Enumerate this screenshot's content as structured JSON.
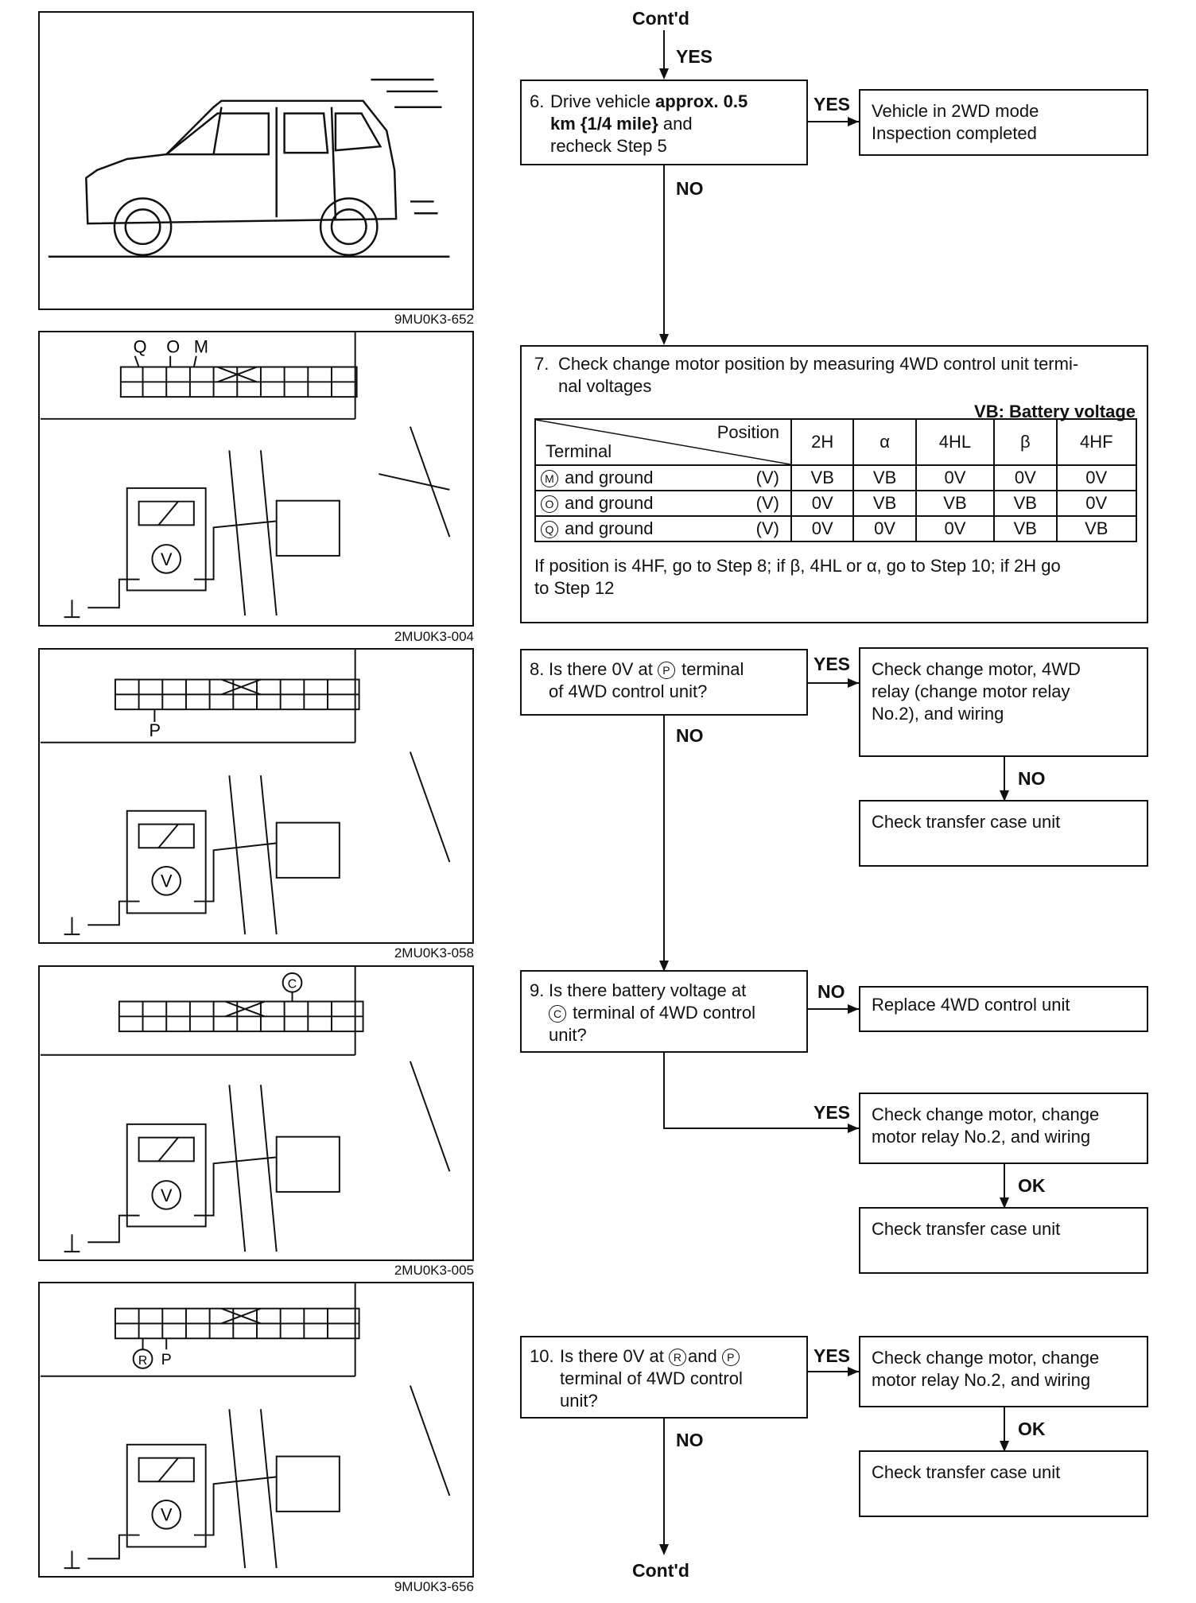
{
  "header": {
    "contd_top": "Cont'd",
    "yes_top": "YES"
  },
  "footer": {
    "contd_bottom": "Cont'd"
  },
  "figures": [
    {
      "caption": "9MU0K3-652",
      "labels": []
    },
    {
      "caption": "2MU0K3-004",
      "labels": [
        "Q",
        "O",
        "M"
      ]
    },
    {
      "caption": "2MU0K3-058",
      "labels": [
        "P"
      ]
    },
    {
      "caption": "2MU0K3-005",
      "labels": [
        "C"
      ]
    },
    {
      "caption": "9MU0K3-656",
      "labels": [
        "R",
        "P"
      ]
    }
  ],
  "steps": {
    "s6": {
      "num": "6.",
      "t1": "Drive vehicle ",
      "b1": "approx. 0.5",
      "b2": "km {1/4 mile}",
      "t2": " and",
      "t3": "recheck Step 5",
      "yes": "YES",
      "no": "NO",
      "result_yes_l1": "Vehicle in 2WD mode",
      "result_yes_l2": "Inspection completed"
    },
    "s7": {
      "num": "7.",
      "text_l1": "Check change motor position by measuring 4WD control unit termi-",
      "text_l2": "nal voltages",
      "vb_note": "VB: Battery voltage",
      "table": {
        "corner_position": "Position",
        "corner_terminal": "Terminal",
        "columns": [
          "2H",
          "α",
          "4HL",
          "β",
          "4HF"
        ],
        "rows": [
          {
            "terminal": "M",
            "label": "and ground",
            "unit": "(V)",
            "values": [
              "VB",
              "VB",
              "0V",
              "0V",
              "0V"
            ]
          },
          {
            "terminal": "O",
            "label": "and ground",
            "unit": "(V)",
            "values": [
              "0V",
              "VB",
              "VB",
              "VB",
              "0V"
            ]
          },
          {
            "terminal": "Q",
            "label": "and ground",
            "unit": "(V)",
            "values": [
              "0V",
              "0V",
              "0V",
              "VB",
              "VB"
            ]
          }
        ]
      },
      "footer_l1": "If position is 4HF, go to Step 8; if β, 4HL or α, go to Step 10; if 2H go",
      "footer_l2": "to Step 12"
    },
    "s8": {
      "num": "8.",
      "l1a": "Is there 0V at ",
      "term": "P",
      "l1b": " terminal",
      "l2": "of 4WD control unit?",
      "yes": "YES",
      "no": "NO",
      "result_yes_l1": "Check change motor, 4WD",
      "result_yes_l2": "relay (change motor relay",
      "result_yes_l3": "No.2), and wiring",
      "result_no_label": "NO",
      "result_no": "Check transfer case unit"
    },
    "s9": {
      "num": "9.",
      "l1": "Is there battery voltage at",
      "term": "C",
      "l2b": " terminal of 4WD control",
      "l3": "unit?",
      "no": "NO",
      "result_no": "Replace 4WD control unit",
      "yes": "YES",
      "result_yes_l1": "Check change motor, change",
      "result_yes_l2": "motor relay No.2, and wiring",
      "ok": "OK",
      "result_ok": "Check transfer case unit"
    },
    "s10": {
      "num": "10.",
      "l1a": "Is there 0V at ",
      "term1": "R",
      "l1b": "and ",
      "term2": "P",
      "l2": "terminal of 4WD control",
      "l3": "unit?",
      "yes": "YES",
      "no": "NO",
      "result_yes_l1": "Check change motor, change",
      "result_yes_l2": "motor relay No.2, and wiring",
      "ok": "OK",
      "result_ok": "Check transfer case unit"
    }
  }
}
